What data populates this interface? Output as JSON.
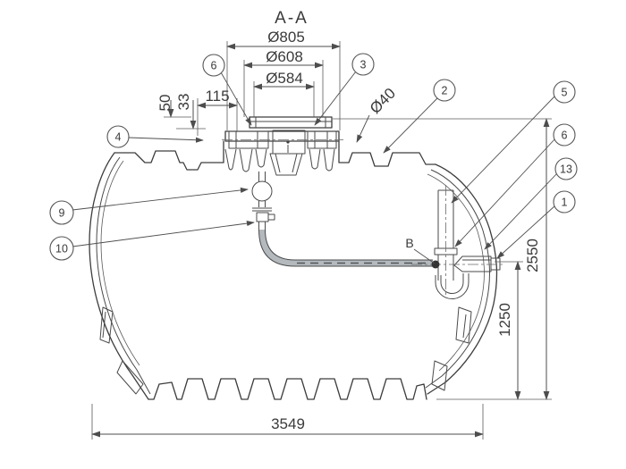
{
  "title": "A-A",
  "view_label": "B",
  "dims": {
    "d805": "Ø805",
    "d608": "Ø608",
    "d584": "Ø584",
    "d40": "Ø40",
    "w115": "115",
    "h33": "33",
    "h50": "50",
    "h2550": "2550",
    "h1250": "1250",
    "w3549": "3549"
  },
  "balloons": {
    "top_left": "6",
    "top_right": "3",
    "upper_right": "2",
    "right_1": "5",
    "right_2": "6",
    "right_3": "13",
    "right_4": "1",
    "left_top": "4",
    "left_mid": "9",
    "left_bottom": "10"
  },
  "colors": {
    "line": "#3d3d3d",
    "dimension": "#4d4d4d",
    "pipe_fill": "#b3b9bd",
    "background": "#ffffff"
  }
}
